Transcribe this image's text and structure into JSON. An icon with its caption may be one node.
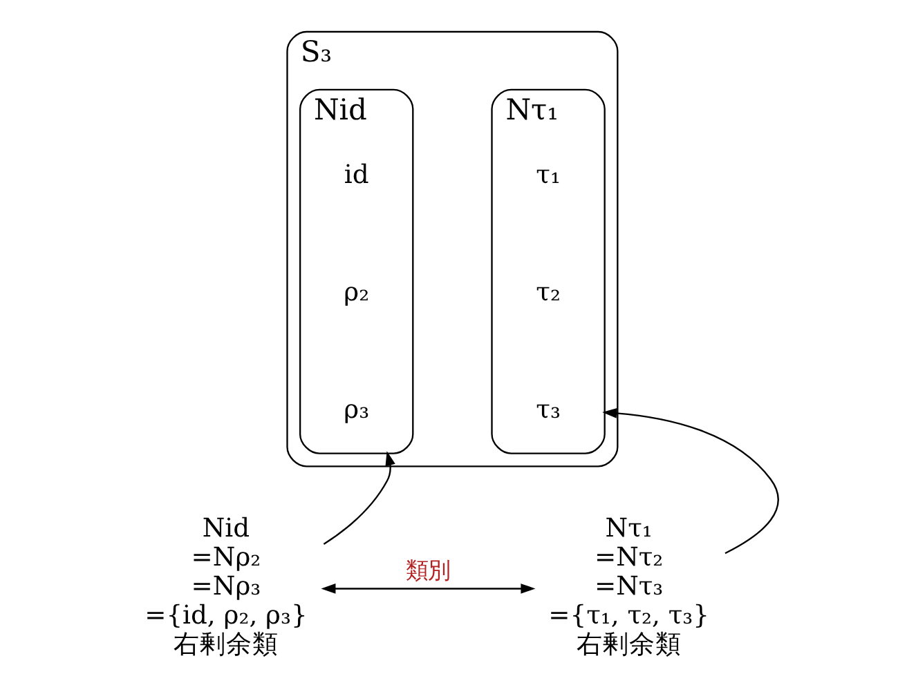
{
  "diagram": {
    "nodes": [
      {
        "text": [
          "S₃"
        ]
      },
      {
        "text": [
          "Nid"
        ],
        "in": 0
      },
      {
        "text": [
          "id"
        ],
        "in": 1
      },
      {
        "text": [
          "ρ₂"
        ],
        "in": 1
      },
      {
        "text": [
          "ρ₃"
        ],
        "in": 1
      },
      {
        "text": [
          "Nτ₁"
        ],
        "in": 0
      },
      {
        "text": [
          "τ₁"
        ],
        "in": 5
      },
      {
        "text": [
          "τ₂"
        ],
        "in": 5
      },
      {
        "text": [
          "τ₃"
        ],
        "in": 5
      },
      {
        "text": [
          "Nid",
          "=Nρ₂",
          "=Nρ₃",
          "={id, ρ₂, ρ₃}",
          "右剰余類"
        ]
      },
      {
        "text": [
          "Nτ₁",
          "=Nτ₂",
          "=Nτ₃",
          "={τ₁, τ₂, τ₃}",
          "右剰余類"
        ]
      }
    ],
    "edges": [
      {
        "from": 9,
        "to": 1,
        "arrow": "to"
      },
      {
        "from": 10,
        "to": 5,
        "arrow": "to"
      },
      {
        "from": 9,
        "to": 10,
        "arrow": "both",
        "label": "類別",
        "color": "#000000"
      }
    ]
  }
}
